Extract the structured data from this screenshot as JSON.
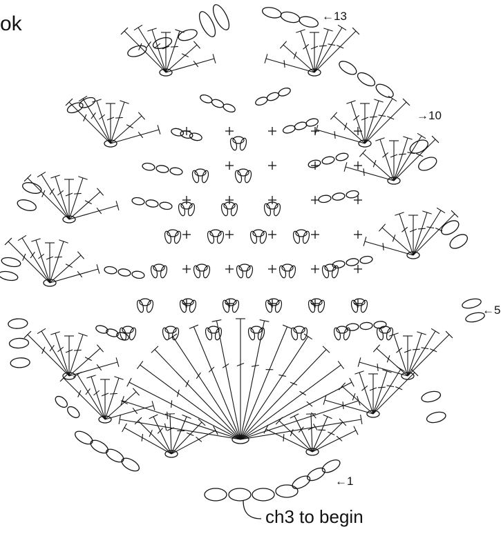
{
  "labels": {
    "title_fragment": "ok",
    "row_13": "←13",
    "row_10": "→10",
    "row_5": "←5",
    "row_1": "←1",
    "start_note": "ch3 to begin"
  },
  "colors": {
    "ink": "#111111",
    "background": "#ffffff"
  },
  "diagram": {
    "type": "crochet-chart",
    "symbols": [
      "chain-oval",
      "double-crochet-stitch",
      "single-crochet-plus",
      "picot-cluster"
    ]
  }
}
